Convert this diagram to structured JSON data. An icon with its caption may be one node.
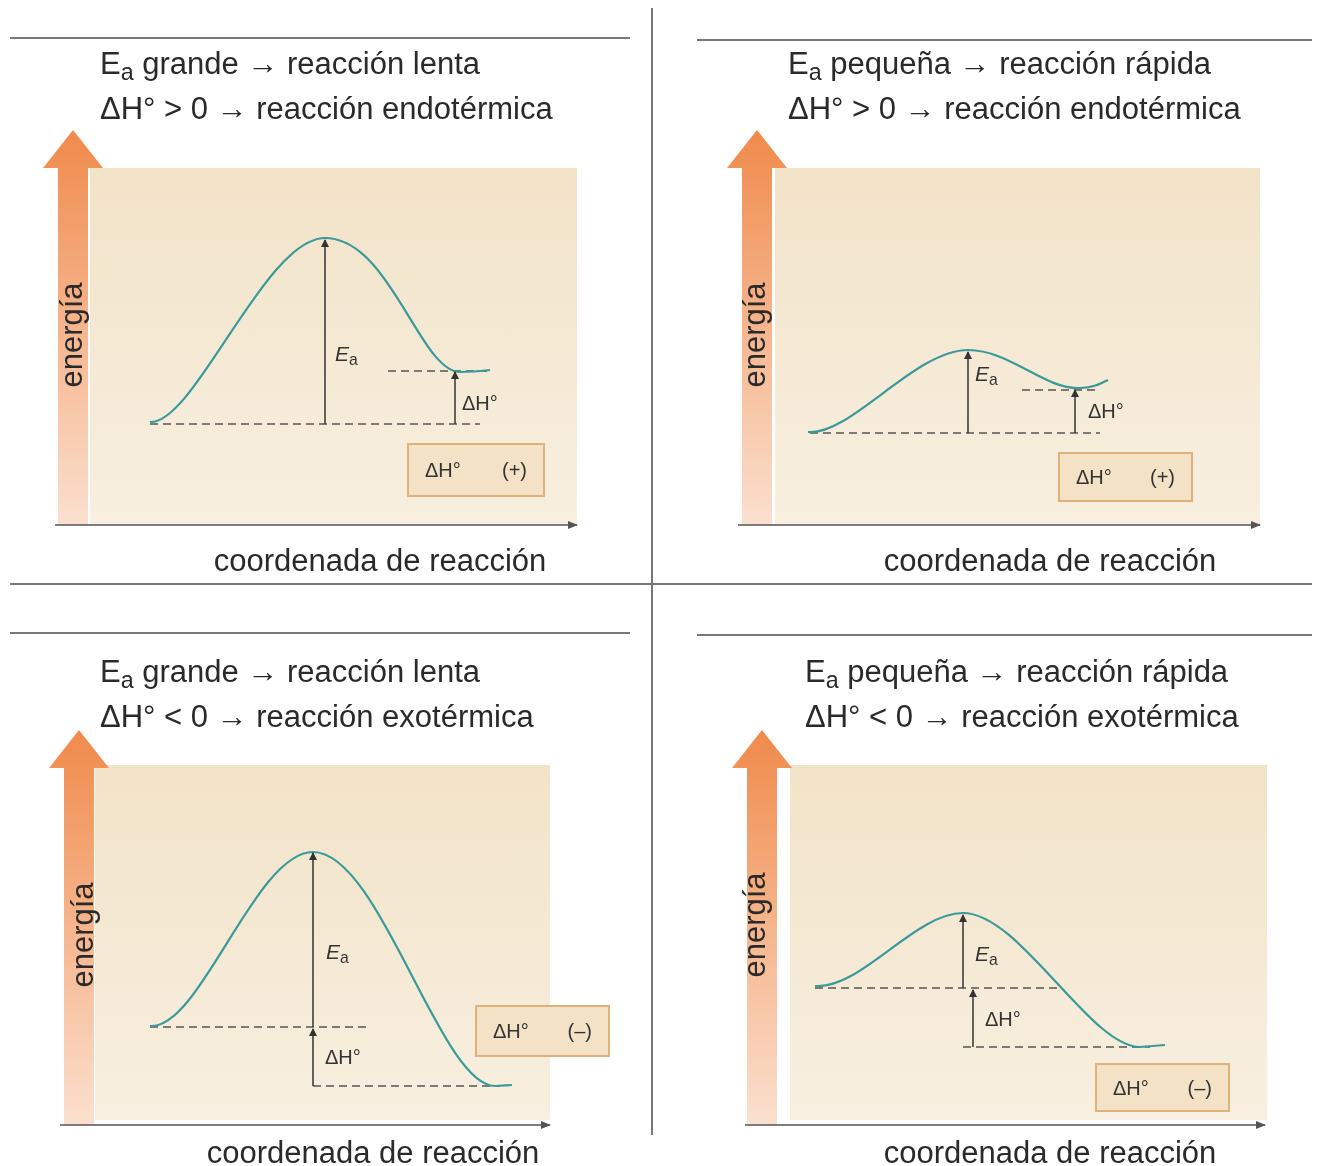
{
  "diagram": {
    "nodes": [
      {
        "text": [
          "*E*$_{a}$",
          "ΔH°"
        ],
        "beside": [
          "E$_{a}$ grande → reacción lenta",
          "ΔH° > 0 → reacción endotérmica",
          "energía",
          "coordenada de reacción"
        ]
      },
      {
        "text": [
          "ΔH°",
          "(+)"
        ],
        "in": 0
      },
      {
        "text": [
          "*E*$_{a}$",
          "ΔH°"
        ],
        "beside": [
          "E$_{a}$ pequeña → reacción rápida",
          "ΔH° > 0 → reacción endotérmica",
          "energía",
          "coordenada de reacción"
        ]
      },
      {
        "text": [
          "ΔH°",
          "(+)"
        ],
        "in": 2
      },
      {
        "text": [
          "*E*$_{a}$",
          "ΔH°"
        ],
        "beside": [
          "E$_{a}$ grande → reacción lenta",
          "ΔH° < 0 → reacción exotérmica",
          "energía",
          "coordenada de reacción"
        ]
      },
      {
        "text": [
          "ΔH°",
          "(–)"
        ]
      },
      {
        "text": [
          "*E*$_{a}$",
          "ΔH°"
        ],
        "beside": [
          "E$_{a}$ pequeña → reacción rápida",
          "ΔH° < 0 → reacción exotérmica",
          "energía",
          "coordenada de reacción"
        ]
      },
      {
        "text": [
          "ΔH°",
          "(–)"
        ],
        "in": 6
      }
    ]
  }
}
